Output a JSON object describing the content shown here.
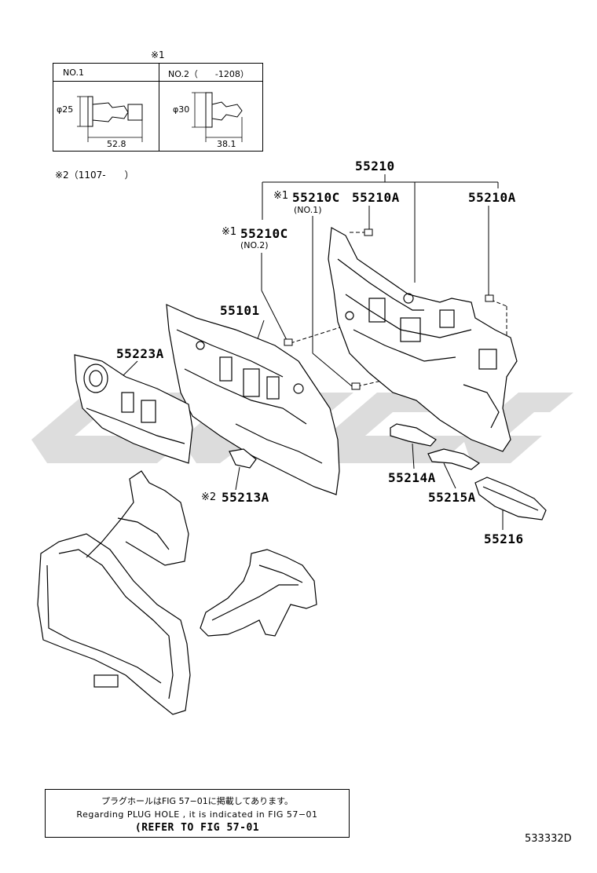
{
  "watermark": {
    "color": "#d9d9d9"
  },
  "inset_box": {
    "title_mark": "※1",
    "col1": {
      "header": "NO.1",
      "diameter": "φ25",
      "length": "52.8"
    },
    "col2": {
      "header": "NO.2（　　-1208）",
      "diameter": "φ30",
      "length": "38.1"
    }
  },
  "note2": "※2（1107-　　）",
  "parts": {
    "p55210": "55210",
    "p55210c_no1_mark": "※1",
    "p55210c_no1": "55210C",
    "p55210c_no1_sub": "(NO.1)",
    "p55210a_1": "55210A",
    "p55210a_2": "55210A",
    "p55210c_no2_mark": "※1",
    "p55210c_no2": "55210C",
    "p55210c_no2_sub": "(NO.2)",
    "p55101": "55101",
    "p55223a": "55223A",
    "p55213a_mark": "※2",
    "p55213a": "55213A",
    "p55214a": "55214A",
    "p55215a": "55215A",
    "p55216": "55216"
  },
  "footer": {
    "line1": "プラグホールはFIG 57−01に掲載してあります。",
    "line2": "Regarding  PLUG  HOLE , it is indicated in FIG  57−01",
    "line3": "(REFER TO FIG 57-01"
  },
  "diagram_id": "533332D"
}
